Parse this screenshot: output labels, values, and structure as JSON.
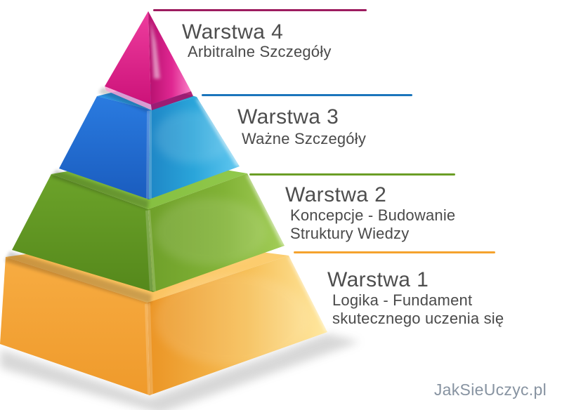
{
  "layers": [
    {
      "number": 4,
      "title": "Warstwa 4",
      "subtitle_lines": [
        "Arbitralne Szczegóły"
      ],
      "line_color": "#9d1c5f",
      "pyramid_color": "#e0338f"
    },
    {
      "number": 3,
      "title": "Warstwa 3",
      "subtitle_lines": [
        "Ważne Szczegóły"
      ],
      "line_color": "#1b75bc",
      "pyramid_color": "#2173d8"
    },
    {
      "number": 2,
      "title": "Warstwa 2",
      "subtitle_lines": [
        "Koncepcje - Budowanie",
        "Struktury Wiedzy"
      ],
      "line_color": "#6b9e26",
      "pyramid_color": "#68a026"
    },
    {
      "number": 1,
      "title": "Warstwa 1",
      "subtitle_lines": [
        "Logika - Fundament",
        "skutecznego uczenia się"
      ],
      "line_color": "#f5a32e",
      "pyramid_color": "#f6a63c"
    }
  ],
  "watermark": {
    "text": "JakSieUczyc.pl",
    "color": "#8793a1"
  }
}
